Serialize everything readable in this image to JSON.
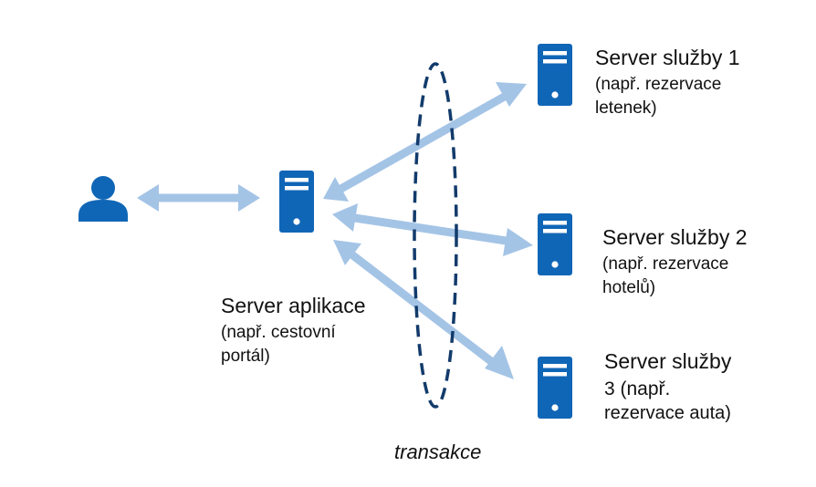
{
  "colors": {
    "icon": "#1066b6",
    "arrow": "#a4c4e6",
    "ellipse": "#123b6b"
  },
  "icons": {
    "user": "person-icon",
    "server": "server-tower-icon"
  },
  "app_server": {
    "title": "Server aplikace",
    "desc_line1": "(např. cestovní",
    "desc_line2": "portál)"
  },
  "service_servers": [
    {
      "line1": "Server služby 1",
      "line2": "(např. rezervace",
      "line3": "letenek)"
    },
    {
      "line1": "Server služby 2",
      "line2": "(např. rezervace",
      "line3": "hotelů)"
    },
    {
      "line1": "Server služby",
      "line2": "3 (např.",
      "line3": "rezervace auta)"
    }
  ],
  "transaction_label": "transakce"
}
